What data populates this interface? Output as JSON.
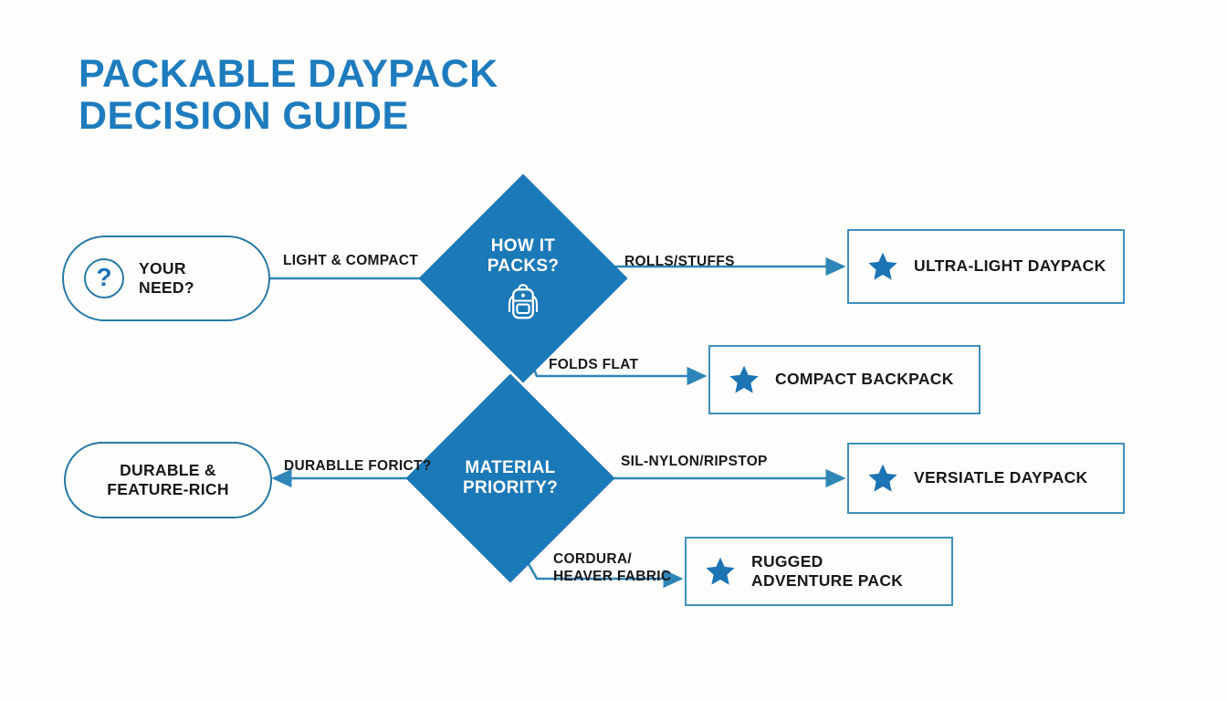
{
  "theme": {
    "background": "#fdfdfc",
    "title_color": "#1E7CBE",
    "diamond_fill": "#1B79B8",
    "pill_border": "#2579A8",
    "box_border": "#3D90BE",
    "star_color": "#1C74B5",
    "edge_color": "#2E86B8",
    "text_color": "#17181a"
  },
  "title": {
    "line1": "PACKABLE DAYPACK",
    "line2": "DECISION GUIDE"
  },
  "nodes": {
    "start_need": {
      "label_line1": "YOUR",
      "label_line2": "NEED?",
      "icon": "question-mark-circle-icon",
      "icon_glyph": "?"
    },
    "decision_packs": {
      "label_line1": "HOW IT",
      "label_line2": "PACKS?",
      "icon": "backpack-icon"
    },
    "decision_material": {
      "label_line1": "MATERIAL",
      "label_line2": "PRIORITY?"
    },
    "start_durable": {
      "label_line1": "DURABLE &",
      "label_line2": "FEATURE-RICH"
    }
  },
  "results": [
    {
      "id": "ultra-light-daypack",
      "label_line1": "ULTRA-LIGHT DAYPACK",
      "label_line2": "",
      "icon": "star-icon"
    },
    {
      "id": "compact-backpack",
      "label_line1": "COMPACT BACKPACK",
      "label_line2": "",
      "icon": "star-icon"
    },
    {
      "id": "versiatle-daypack",
      "label_line1": "VERSIATLE DAYPACK",
      "label_line2": "",
      "icon": "star-icon"
    },
    {
      "id": "rugged-adventure-pack",
      "label_line1": "RUGGED",
      "label_line2": "ADVENTURE PACK",
      "icon": "star-icon"
    }
  ],
  "edge_labels": {
    "light_compact": "LIGHT & COMPACT",
    "rolls_stuffs": "ROLLS/STUFFS",
    "folds_flat": "FOLDS FLAT",
    "durable_forict": "DURABLLE FORICT?",
    "sil_nylon_ripstop": "SIL-NYLON/RIPSTOP",
    "cordura_line1": "CORDURA/",
    "cordura_line2": "HEAVER FABRIC"
  },
  "flow": {
    "type": "decision-flowchart",
    "edges": [
      {
        "from": "start_need",
        "to": "decision_packs",
        "label": "LIGHT & COMPACT",
        "direction": "right"
      },
      {
        "from": "decision_packs",
        "to": "ultra-light-daypack",
        "label": "ROLLS/STUFFS",
        "direction": "right"
      },
      {
        "from": "decision_packs",
        "to": "compact-backpack",
        "label": "FOLDS FLAT",
        "direction": "down-right"
      },
      {
        "from": "decision_material",
        "to": "start_durable",
        "label": "DURABLLE FORICT?",
        "direction": "left"
      },
      {
        "from": "decision_material",
        "to": "versiatle-daypack",
        "label": "SIL-NYLON/RIPSTOP",
        "direction": "right"
      },
      {
        "from": "decision_material",
        "to": "rugged-adventure-pack",
        "label": "CORDURA/ HEAVER FABRIC",
        "direction": "down-right"
      }
    ]
  }
}
